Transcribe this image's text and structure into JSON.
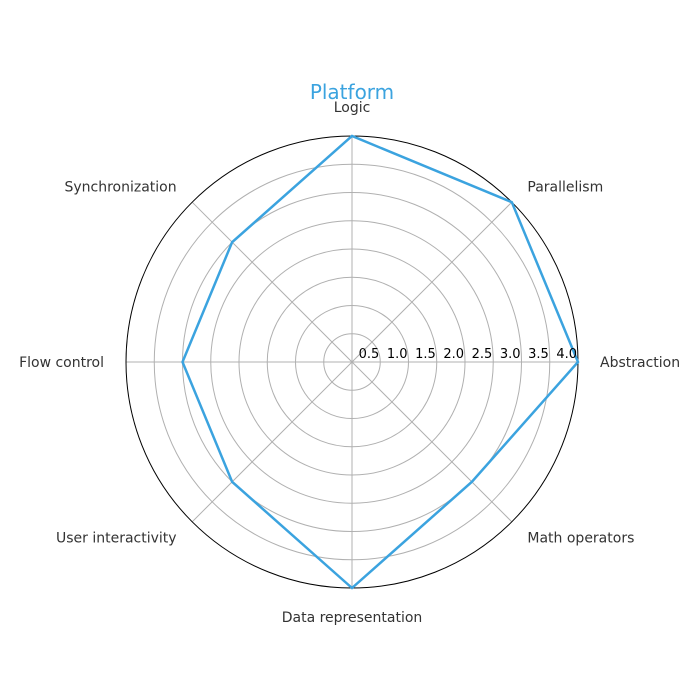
{
  "chart_data": {
    "type": "radar",
    "title": "Platform",
    "categories": [
      "Abstraction",
      "Parallelism",
      "Logic",
      "Synchronization",
      "Flow control",
      "User interactivity",
      "Data representation",
      "Math operators"
    ],
    "series": [
      {
        "values": [
          4.0,
          4.0,
          4.0,
          3.0,
          3.0,
          3.0,
          4.0,
          3.0
        ]
      }
    ],
    "rlim": [
      0,
      4.0
    ],
    "rticks": [
      "0.5",
      "1.0",
      "1.5",
      "2.0",
      "2.5",
      "3.0",
      "3.5",
      "4.0"
    ],
    "grid": true,
    "colors": {
      "series": "#3ba3df",
      "title": "#3ba3df",
      "grid": "#b0b0b0",
      "frame": "#000000"
    }
  }
}
